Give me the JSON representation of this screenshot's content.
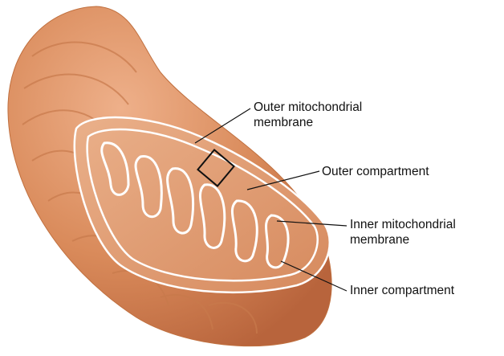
{
  "labels": {
    "outer_membrane": {
      "line1": "Outer mitochondrial",
      "line2": "membrane"
    },
    "outer_compartment": "Outer compartment",
    "inner_membrane": {
      "line1": "Inner mitochondrial",
      "line2": "membrane"
    },
    "inner_compartment": "Inner compartment"
  },
  "colors": {
    "organelle_fill": "#d98a5a",
    "organelle_shadow": "#b8643c",
    "cut_face": "#e7a57c",
    "membrane_line": "#ffffff",
    "leader_line": "#111111",
    "highlight_box": "#111111"
  }
}
